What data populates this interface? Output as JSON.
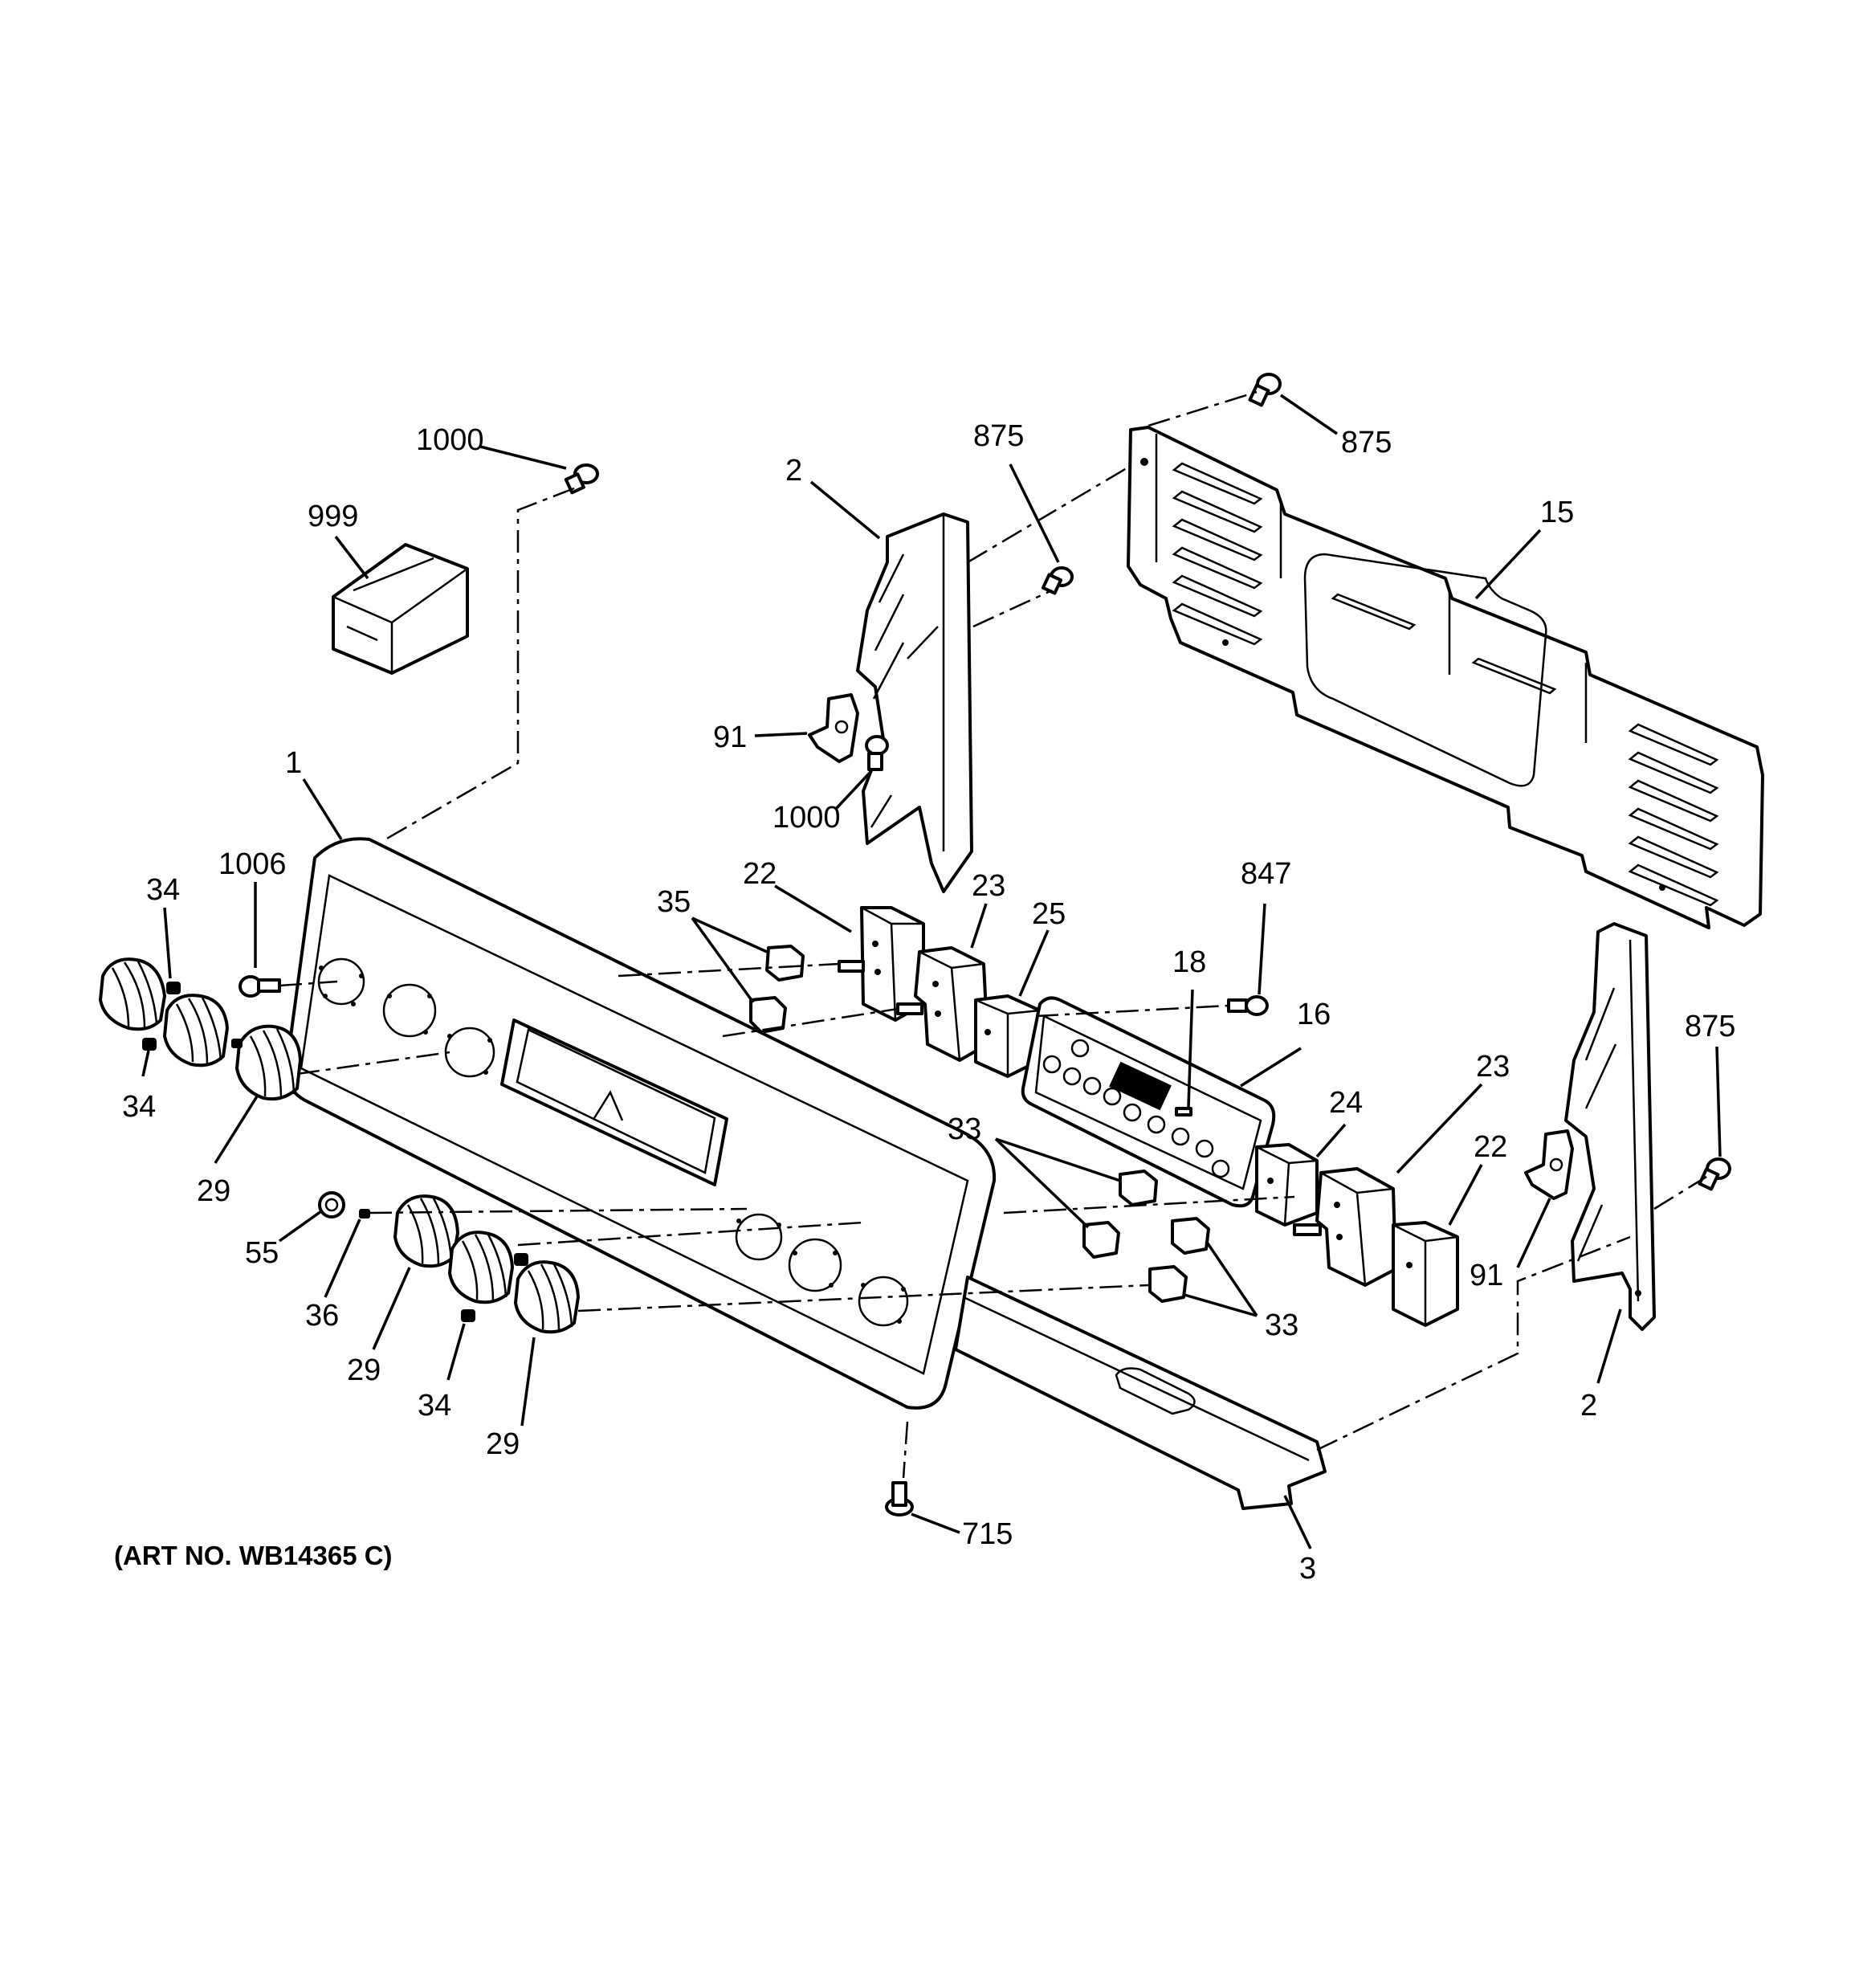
{
  "art_number": "(ART NO. WB14365 C)",
  "callouts": [
    {
      "id": "c1000a",
      "label": "1000"
    },
    {
      "id": "c999",
      "label": "999"
    },
    {
      "id": "c2a",
      "label": "2"
    },
    {
      "id": "c875a",
      "label": "875"
    },
    {
      "id": "c875b",
      "label": "875"
    },
    {
      "id": "c15",
      "label": "15"
    },
    {
      "id": "c91a",
      "label": "91"
    },
    {
      "id": "c1000b",
      "label": "1000"
    },
    {
      "id": "c1",
      "label": "1"
    },
    {
      "id": "c1006",
      "label": "1006"
    },
    {
      "id": "c34a",
      "label": "34"
    },
    {
      "id": "c22a",
      "label": "22"
    },
    {
      "id": "c23a",
      "label": "23"
    },
    {
      "id": "c35",
      "label": "35"
    },
    {
      "id": "c25",
      "label": "25"
    },
    {
      "id": "c847",
      "label": "847"
    },
    {
      "id": "c18",
      "label": "18"
    },
    {
      "id": "c16",
      "label": "16"
    },
    {
      "id": "c875c",
      "label": "875"
    },
    {
      "id": "c34b",
      "label": "34"
    },
    {
      "id": "c29a",
      "label": "29"
    },
    {
      "id": "c23b",
      "label": "23"
    },
    {
      "id": "c24",
      "label": "24"
    },
    {
      "id": "c33a",
      "label": "33"
    },
    {
      "id": "c22b",
      "label": "22"
    },
    {
      "id": "c55",
      "label": "55"
    },
    {
      "id": "c36",
      "label": "36"
    },
    {
      "id": "c29b",
      "label": "29"
    },
    {
      "id": "c91b",
      "label": "91"
    },
    {
      "id": "c33b",
      "label": "33"
    },
    {
      "id": "c34c",
      "label": "34"
    },
    {
      "id": "c29c",
      "label": "29"
    },
    {
      "id": "c2b",
      "label": "2"
    },
    {
      "id": "c715",
      "label": "715"
    },
    {
      "id": "c3",
      "label": "3"
    }
  ]
}
